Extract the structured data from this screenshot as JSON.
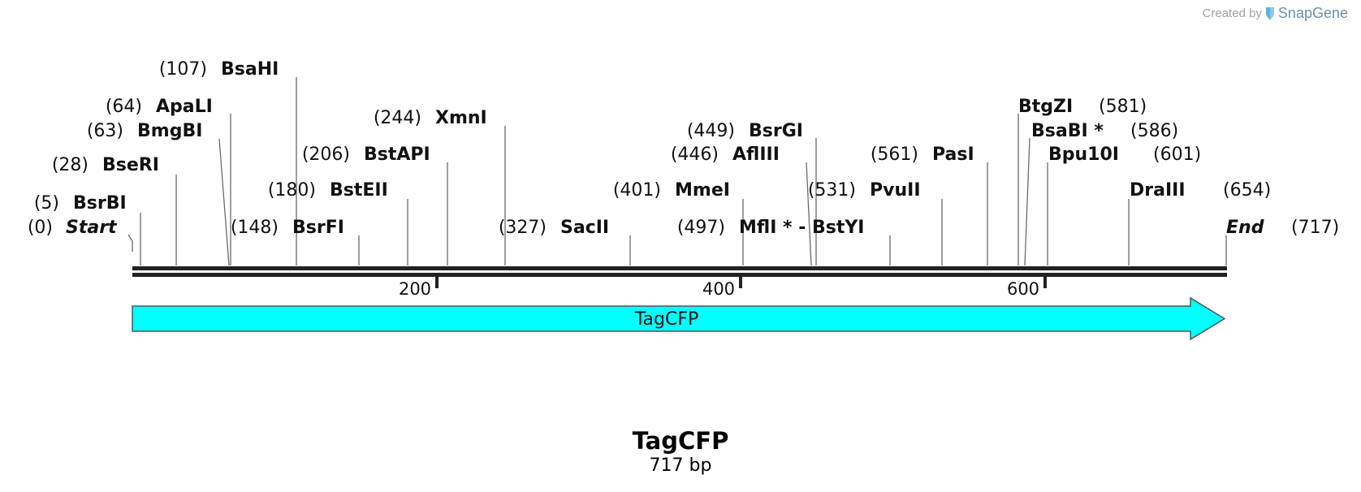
{
  "watermark": {
    "prefix": "Created by",
    "brand": "SnapGene"
  },
  "sequence": {
    "name": "TagCFP",
    "length_label": "717 bp",
    "length_bp": 717
  },
  "colors": {
    "feature_fill": "#00ffff",
    "feature_stroke": "#555555",
    "backbone": "#222222",
    "leader": "#6b6b6b"
  },
  "axis_ticks": [
    {
      "bp": 200,
      "label": "200"
    },
    {
      "bp": 400,
      "label": "400"
    },
    {
      "bp": 600,
      "label": "600"
    }
  ],
  "features": [
    {
      "name": "TagCFP",
      "start": 1,
      "end": 717,
      "direction": "forward",
      "color": "#00ffff"
    }
  ],
  "sites": [
    {
      "enzyme": "Start",
      "position": "(0)",
      "bp": 0,
      "italic": true
    },
    {
      "enzyme": "BsrBI",
      "position": "(5)",
      "bp": 5
    },
    {
      "enzyme": "BseRI",
      "position": "(28)",
      "bp": 28
    },
    {
      "enzyme": "BmgBI",
      "position": "(63)",
      "bp": 63
    },
    {
      "enzyme": "ApaLI",
      "position": "(64)",
      "bp": 64
    },
    {
      "enzyme": "BsaHI",
      "position": "(107)",
      "bp": 107
    },
    {
      "enzyme": "BsrFI",
      "position": "(148)",
      "bp": 148
    },
    {
      "enzyme": "BstEII",
      "position": "(180)",
      "bp": 180
    },
    {
      "enzyme": "BstAPI",
      "position": "(206)",
      "bp": 206
    },
    {
      "enzyme": "XmnI",
      "position": "(244)",
      "bp": 244
    },
    {
      "enzyme": "SacII",
      "position": "(327)",
      "bp": 327
    },
    {
      "enzyme": "MmeI",
      "position": "(401)",
      "bp": 401
    },
    {
      "enzyme": "AflIII",
      "position": "(446)",
      "bp": 446
    },
    {
      "enzyme": "BsrGI",
      "position": "(449)",
      "bp": 449
    },
    {
      "enzyme": "MflI * - BstYI",
      "position": "(497)",
      "bp": 497
    },
    {
      "enzyme": "PvuII",
      "position": "(531)",
      "bp": 531
    },
    {
      "enzyme": "PasI",
      "position": "(561)",
      "bp": 561
    },
    {
      "enzyme": "BtgZI",
      "position": "(581)",
      "bp": 581
    },
    {
      "enzyme": "BsaBI *",
      "position": "(586)",
      "bp": 586
    },
    {
      "enzyme": "Bpu10I",
      "position": "(601)",
      "bp": 601
    },
    {
      "enzyme": "DraIII",
      "position": "(654)",
      "bp": 654
    },
    {
      "enzyme": "End",
      "position": "(717)",
      "bp": 717,
      "italic": true
    }
  ]
}
